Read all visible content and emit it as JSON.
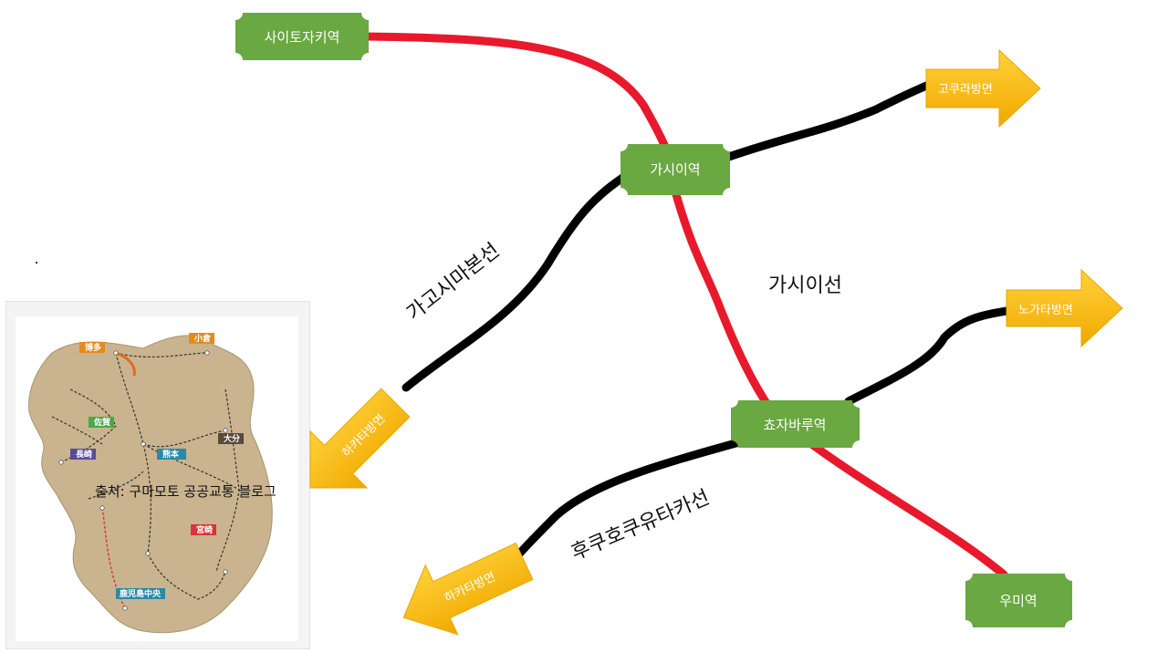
{
  "stations": {
    "saito": "사이토자키역",
    "kashii": "가시이역",
    "chojabaru": "쵸자바루역",
    "umi": "우미역"
  },
  "directions": {
    "koga": "고쿠라방면",
    "nogata": "노가타방면",
    "hakata_kagoshima": "하카타방면",
    "hakata_fukuhoku": "하카타방면"
  },
  "lines": {
    "kagoshima": "가고시마본선",
    "kashii": "가시이선",
    "fukuhoku": "후쿠호쿠유타카선"
  },
  "colors": {
    "kashii_line": "#e8192c",
    "other_lines": "#000000",
    "station_fill": "#6aa842",
    "arrow_fill": "#f5b800"
  },
  "map": {
    "credit": "출처: 구마모토 공공교통 블로그",
    "city_labels": [
      "博多",
      "小倉",
      "佐賀",
      "長崎",
      "熊本",
      "大分",
      "宮崎",
      "鹿児島中央"
    ]
  }
}
